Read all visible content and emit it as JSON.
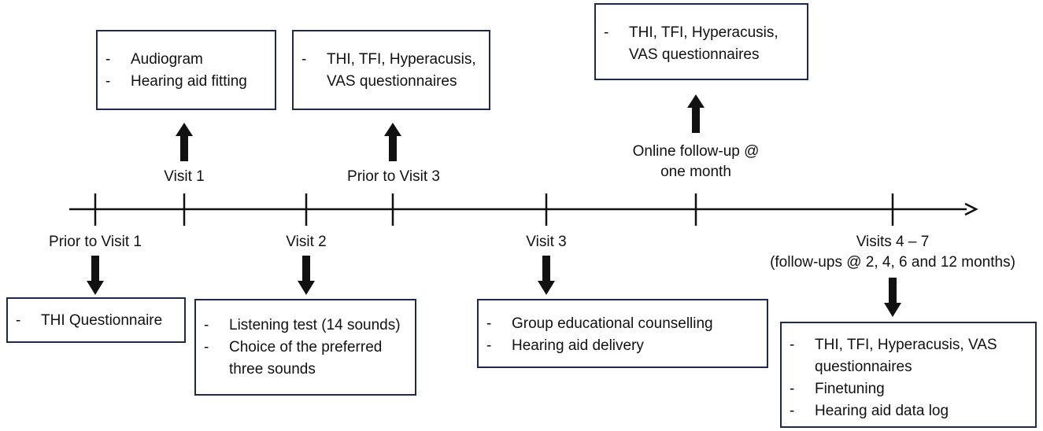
{
  "colors": {
    "line": "#111111",
    "arrow": "#111111",
    "box_border": "#1f2a44",
    "text": "#111111"
  },
  "timeline": {
    "ticks": [
      {
        "id": "prior-visit-1"
      },
      {
        "id": "visit-1"
      },
      {
        "id": "visit-2"
      },
      {
        "id": "prior-visit-3"
      },
      {
        "id": "visit-3"
      },
      {
        "id": "online-followup"
      },
      {
        "id": "visits-4-7"
      }
    ]
  },
  "labels": {
    "prior_visit_1": "Prior to Visit 1",
    "visit_1": "Visit 1",
    "visit_2": "Visit 2",
    "prior_visit_3": "Prior to Visit 3",
    "visit_3": "Visit 3",
    "online_line1": "Online follow-up @",
    "online_line2": "one month",
    "visits47_line1": "Visits 4 – 7",
    "visits47_line2": "(follow-ups @ 2, 4, 6 and 12 months)"
  },
  "boxes": {
    "prior_visit_1": {
      "items": [
        "THI Questionnaire"
      ]
    },
    "visit_1": {
      "items": [
        "Audiogram",
        "Hearing aid fitting"
      ]
    },
    "visit_2": {
      "items": [
        "Listening test (14 sounds)",
        "Choice of the preferred three sounds"
      ]
    },
    "prior_visit_3": {
      "items": [
        "THI, TFI, Hyperacusis, VAS questionnaires"
      ]
    },
    "visit_3": {
      "items": [
        "Group educational counselling",
        "Hearing aid delivery"
      ]
    },
    "online": {
      "items": [
        "THI, TFI, Hyperacusis, VAS questionnaires"
      ]
    },
    "visits47": {
      "items": [
        "THI, TFI, Hyperacusis, VAS questionnaires",
        "Finetuning",
        "Hearing aid data log"
      ]
    }
  },
  "bullet": "-"
}
